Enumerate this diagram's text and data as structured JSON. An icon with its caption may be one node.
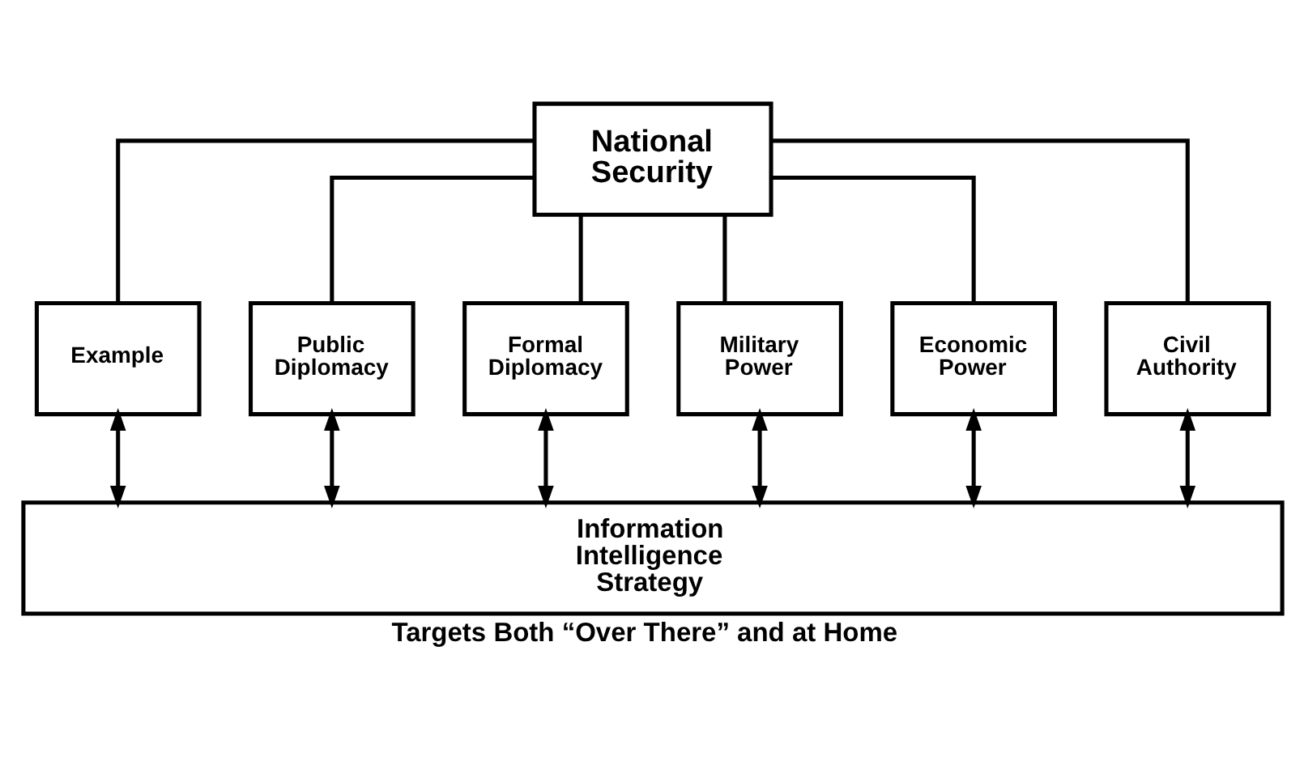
{
  "diagram": {
    "caption": "Targets Both “Over There” and at Home",
    "nodes": [
      {
        "text": [
          "National Security"
        ]
      },
      {
        "text": [
          "Example"
        ]
      },
      {
        "text": [
          "Public Diplomacy"
        ]
      },
      {
        "text": [
          "Formal Diplomacy"
        ]
      },
      {
        "text": [
          "Military Power"
        ]
      },
      {
        "text": [
          "Economic Power"
        ]
      },
      {
        "text": [
          "Civil Authority"
        ]
      },
      {
        "text": [
          "Information Intelligence Strategy"
        ]
      }
    ],
    "edges": [
      {
        "from": 0,
        "to": 1,
        "arrow": "none"
      },
      {
        "from": 0,
        "to": 2,
        "arrow": "none"
      },
      {
        "from": 0,
        "to": 3,
        "arrow": "none"
      },
      {
        "from": 0,
        "to": 4,
        "arrow": "none"
      },
      {
        "from": 0,
        "to": 5,
        "arrow": "none"
      },
      {
        "from": 0,
        "to": 6,
        "arrow": "none"
      },
      {
        "from": 1,
        "to": 7,
        "arrow": "both"
      },
      {
        "from": 2,
        "to": 7,
        "arrow": "both"
      },
      {
        "from": 3,
        "to": 7,
        "arrow": "both"
      },
      {
        "from": 4,
        "to": 7,
        "arrow": "both"
      },
      {
        "from": 5,
        "to": 7,
        "arrow": "both"
      },
      {
        "from": 6,
        "to": 7,
        "arrow": "both"
      }
    ]
  }
}
